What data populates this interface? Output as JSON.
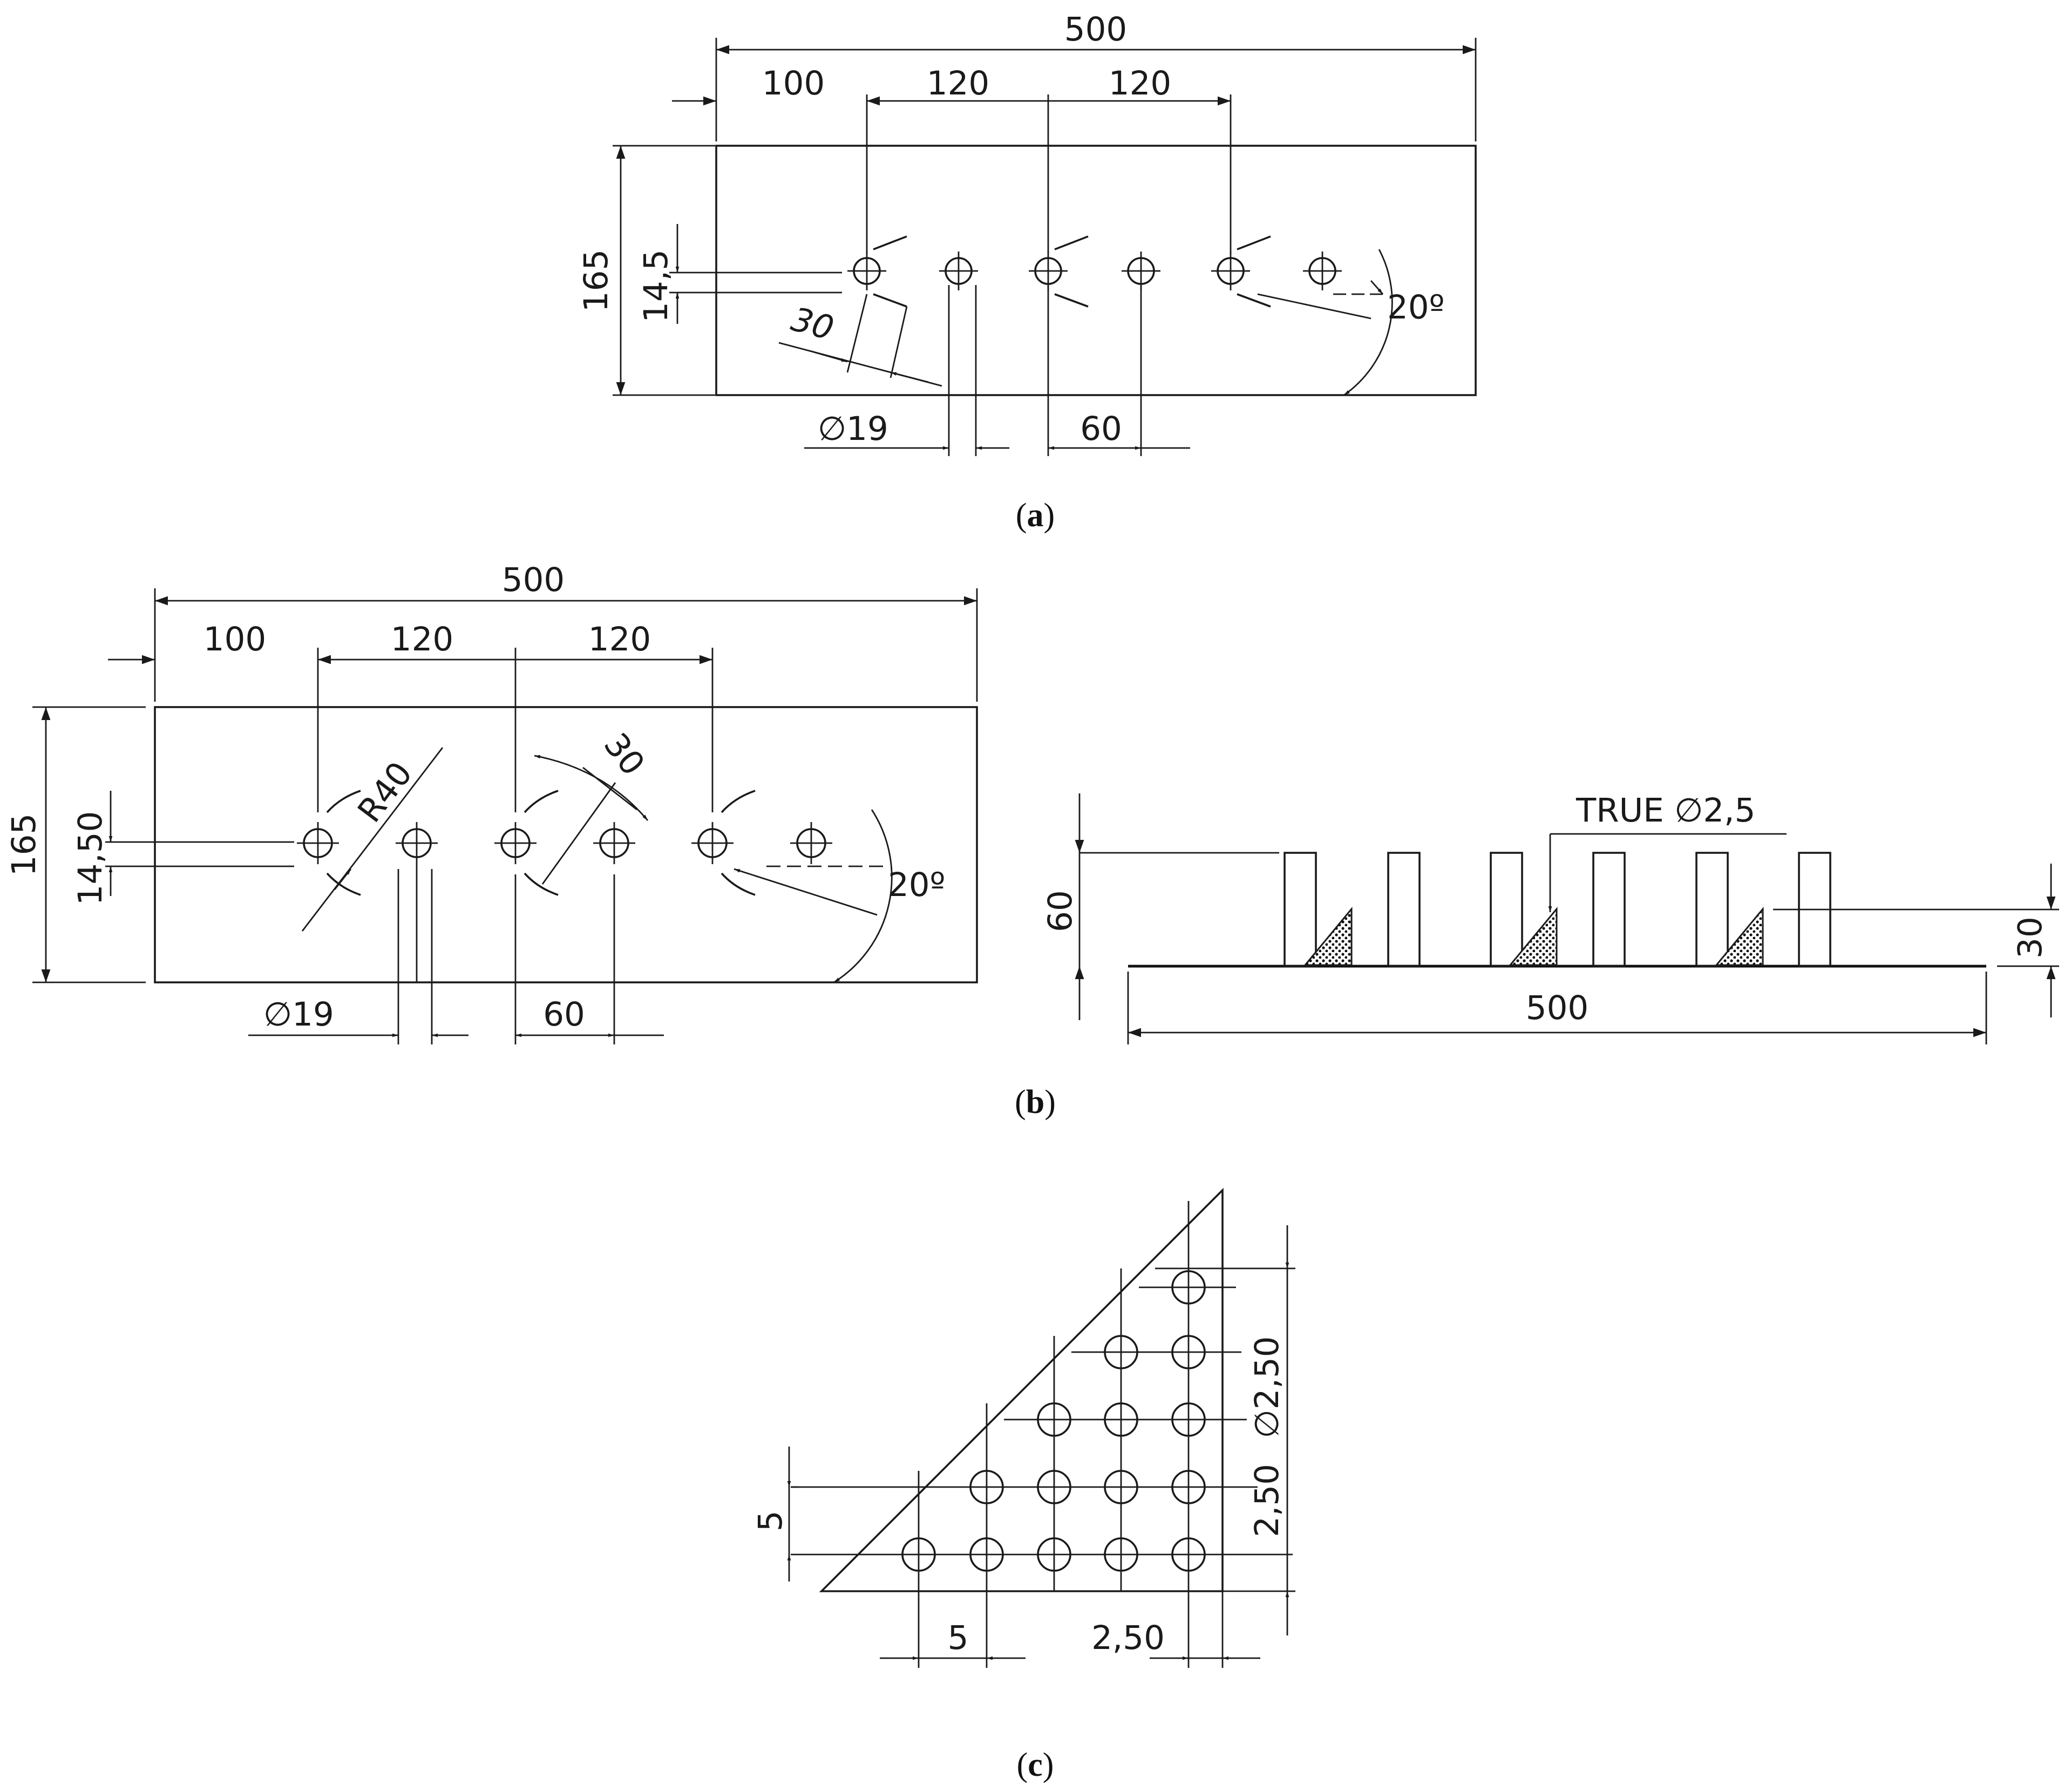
{
  "panel_a": {
    "caption_letter": "a",
    "overall_width": "500",
    "spacing_1": "100",
    "spacing_2": "120",
    "spacing_3": "120",
    "height": "165",
    "hole_offset": "14,5",
    "slot_length": "30",
    "angle": "20º",
    "hole_diameter": "∅19",
    "hole_pitch": "60"
  },
  "panel_b": {
    "caption_letter": "b",
    "overall_width": "500",
    "spacing_1": "100",
    "spacing_2": "120",
    "spacing_3": "120",
    "height": "165",
    "hole_offset": "14,50",
    "radius": "R40",
    "slot_length": "30",
    "angle": "20º",
    "hole_diameter": "∅19",
    "hole_pitch": "60",
    "side_height": "60",
    "side_true": "TRUE ∅2,5",
    "side_width": "500",
    "side_prism_height": "30"
  },
  "panel_c": {
    "caption_letter": "c",
    "vertical_pitch": "5",
    "hole_diameter": "∅2,50",
    "vertical_offset": "2,50",
    "horizontal_pitch": "5",
    "horizontal_offset": "2,50"
  }
}
